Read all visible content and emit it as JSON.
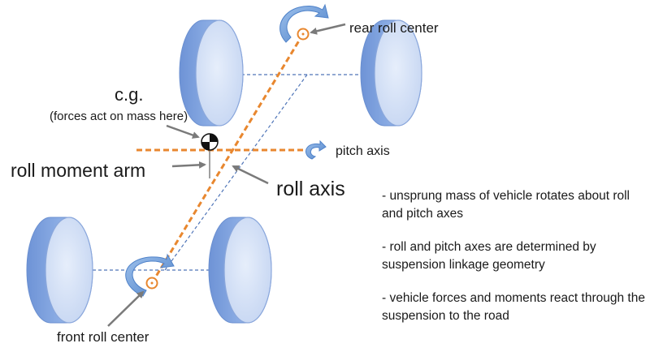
{
  "labels": {
    "cg_title": "c.g.",
    "cg_subtitle": "(forces act on mass here)",
    "rear_roll_center": "rear roll center",
    "pitch_axis": "pitch axis",
    "roll_moment_arm": "roll moment arm",
    "roll_axis": "roll axis",
    "front_roll_center": "front roll center"
  },
  "notes": [
    "- unsprung mass of vehicle rotates about roll and pitch axes",
    "- roll and pitch axes are determined by suspension linkage geometry",
    "- vehicle forces and moments react through the suspension to the road"
  ],
  "colors": {
    "wheel_face": "#cdd9f3",
    "wheel_side": "#5b84cf",
    "wheel_stroke": "#7d9fd8",
    "roll_axis_line": "#e8872f",
    "center_marker": "#e8872f",
    "axle_line": "#4f75b8",
    "rotation_arrow": "#5b8fd1",
    "leader_arrow": "#7a7a7a",
    "text": "#1a1a1a"
  },
  "icons": [
    "wheel-icon",
    "cg-marker-icon",
    "rotation-arrow-icon",
    "leader-arrow-icon"
  ]
}
